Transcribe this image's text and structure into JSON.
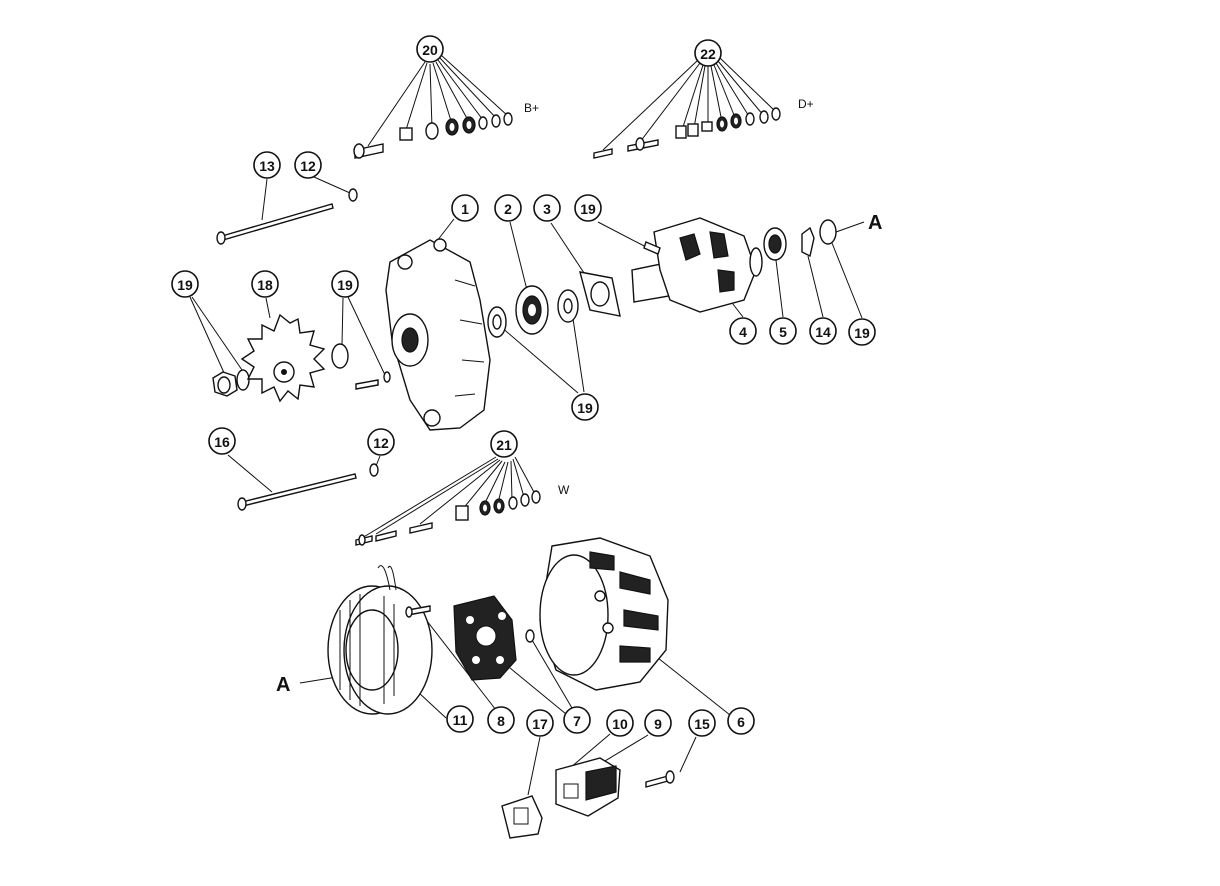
{
  "callouts": [
    {
      "id": "c20",
      "label": "20"
    },
    {
      "id": "c22",
      "label": "22"
    },
    {
      "id": "c13",
      "label": "13"
    },
    {
      "id": "c12a",
      "label": "12"
    },
    {
      "id": "c1",
      "label": "1"
    },
    {
      "id": "c2",
      "label": "2"
    },
    {
      "id": "c3",
      "label": "3"
    },
    {
      "id": "c19a",
      "label": "19"
    },
    {
      "id": "c19b",
      "label": "19"
    },
    {
      "id": "c18",
      "label": "18"
    },
    {
      "id": "c19c",
      "label": "19"
    },
    {
      "id": "c4",
      "label": "4"
    },
    {
      "id": "c5",
      "label": "5"
    },
    {
      "id": "c14",
      "label": "14"
    },
    {
      "id": "c19d",
      "label": "19"
    },
    {
      "id": "c19e",
      "label": "19"
    },
    {
      "id": "c16",
      "label": "16"
    },
    {
      "id": "c12b",
      "label": "12"
    },
    {
      "id": "c21",
      "label": "21"
    },
    {
      "id": "c11",
      "label": "11"
    },
    {
      "id": "c8",
      "label": "8"
    },
    {
      "id": "c7",
      "label": "7"
    },
    {
      "id": "c6",
      "label": "6"
    },
    {
      "id": "c17",
      "label": "17"
    },
    {
      "id": "c10",
      "label": "10"
    },
    {
      "id": "c9",
      "label": "9"
    },
    {
      "id": "c15",
      "label": "15"
    }
  ],
  "terminals": {
    "b_plus": "B+",
    "d_plus": "D+",
    "w": "W"
  },
  "reference_letters": {
    "a_top": "A",
    "a_bottom": "A"
  },
  "colors": {
    "line": "#111111",
    "background": "#ffffff"
  }
}
